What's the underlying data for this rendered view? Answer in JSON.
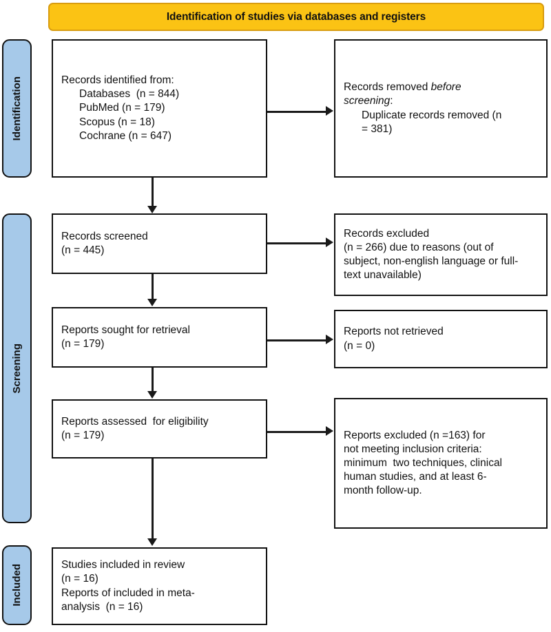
{
  "banner": {
    "title": "Identification of studies via databases and registers"
  },
  "colors": {
    "banner_fill": "#FBC314",
    "banner_border": "#D89C10",
    "stage_bar_fill": "#A6C9E9",
    "line": "#1a1a1a",
    "box_border": "#111111",
    "text": "#111111"
  },
  "stages": [
    {
      "id": "identification",
      "label": "Identification"
    },
    {
      "id": "screening",
      "label": "Screening"
    },
    {
      "id": "included",
      "label": "Included"
    }
  ],
  "boxes": {
    "records_identified": {
      "lines": [
        "Records identified from:",
        "Databases  (n = 844)",
        "PubMed (n = 179)",
        "Scopus (n = 18)",
        "Cochrane (n = 647)"
      ]
    },
    "records_removed": {
      "line1_prefix": "Records removed ",
      "line1_italic": "before",
      "line2_italic": "screening",
      "line2_suffix": ":",
      "line3": "Duplicate records removed (n",
      "line4": "= 381)"
    },
    "records_screened": {
      "line1": "Records screened",
      "line2": "(n = 445)"
    },
    "records_excluded_screening": {
      "line1": "Records excluded",
      "line2": "(n = 266) due to reasons (out of",
      "line3": "subject, non-english language or full-",
      "line4": "text unavailable)"
    },
    "reports_sought": {
      "line1": "Reports sought for retrieval",
      "line2": "(n = 179)"
    },
    "reports_not_retrieved": {
      "line1": "Reports not retrieved",
      "line2": "(n = 0)"
    },
    "reports_assessed": {
      "line1": "Reports assessed  for eligibility",
      "line2": "(n = 179)"
    },
    "reports_excluded_eligibility": {
      "line1": "Reports excluded (n =163) for",
      "line2": "not meeting inclusion criteria:",
      "line3": "minimum  two techniques, clinical",
      "line4": "human studies, and at least 6-",
      "line5": "month follow-up."
    },
    "studies_included": {
      "line1": "Studies included in review",
      "line2": "(n = 16)",
      "line3": "Reports of included in meta-",
      "line4": "analysis  (n = 16)"
    }
  },
  "chart_data": {
    "type": "diagram",
    "title": "Identification of studies via databases and registers",
    "flow": [
      {
        "stage": "Identification",
        "node": "Records identified from databases",
        "n": 844,
        "sources": {
          "PubMed": 179,
          "Scopus": 18,
          "Cochrane": 647
        }
      },
      {
        "stage": "Identification",
        "node": "Duplicate records removed before screening",
        "n": 381
      },
      {
        "stage": "Screening",
        "node": "Records screened",
        "n": 445
      },
      {
        "stage": "Screening",
        "node": "Records excluded",
        "n": 266
      },
      {
        "stage": "Screening",
        "node": "Reports sought for retrieval",
        "n": 179
      },
      {
        "stage": "Screening",
        "node": "Reports not retrieved",
        "n": 0
      },
      {
        "stage": "Screening",
        "node": "Reports assessed for eligibility",
        "n": 179
      },
      {
        "stage": "Screening",
        "node": "Reports excluded",
        "n": 163
      },
      {
        "stage": "Included",
        "node": "Studies included in review",
        "n": 16
      },
      {
        "stage": "Included",
        "node": "Reports of included in meta-analysis",
        "n": 16
      }
    ]
  }
}
